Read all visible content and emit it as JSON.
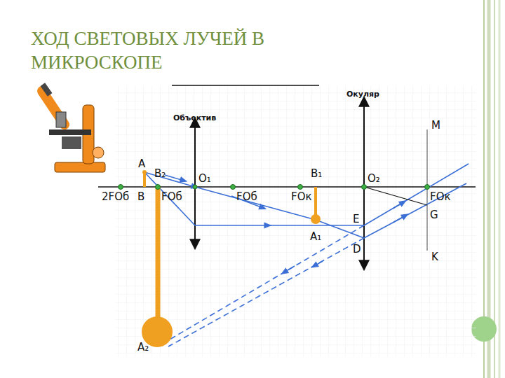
{
  "diagram": {
    "title": "ХОД СВЕТОВЫХ ЛУЧЕЙ В МИКРОСКОПЕ",
    "labels": [
      "Окуляр",
      "Объектив",
      "M",
      "A",
      "B₂",
      "O₁",
      "B₁",
      "O₂",
      "2FОб",
      "B",
      "FОб",
      "FОб",
      "FОк",
      "FОк",
      "G",
      "E",
      "A₁",
      "D",
      "K",
      "A₂"
    ]
  }
}
